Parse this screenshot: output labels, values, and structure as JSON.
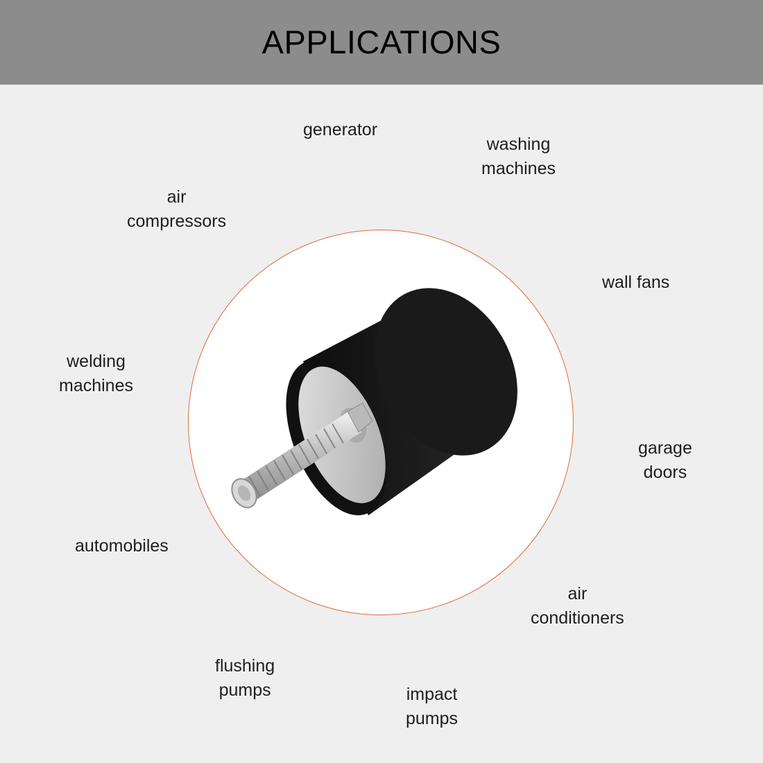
{
  "header": {
    "title": "APPLICATIONS"
  },
  "applications": [
    {
      "lines": [
        "generator"
      ]
    },
    {
      "lines": [
        "washing",
        "machines"
      ]
    },
    {
      "lines": [
        "air",
        "compressors"
      ]
    },
    {
      "lines": [
        "wall fans"
      ]
    },
    {
      "lines": [
        "welding",
        "machines"
      ]
    },
    {
      "lines": [
        "garage",
        "doors"
      ]
    },
    {
      "lines": [
        "automobiles"
      ]
    },
    {
      "lines": [
        "air",
        "conditioners"
      ]
    },
    {
      "lines": [
        "flushing",
        "pumps"
      ]
    },
    {
      "lines": [
        "impact",
        "pumps"
      ]
    }
  ],
  "colors": {
    "header_bg": "#8c8c8c",
    "page_bg": "#efefef",
    "circle_border": "#e06a3b",
    "rubber": "#151515",
    "metal": "#c9c9c9"
  }
}
